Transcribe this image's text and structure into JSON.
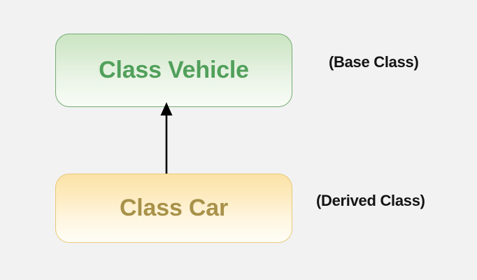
{
  "diagram": {
    "title": "Inheritance class diagram",
    "background_color": "#f2f2f2",
    "nodes": [
      {
        "id": "vehicle",
        "label": "Class Vehicle",
        "role_label": "(Base Class)",
        "text_color": "#51a05b",
        "border_color": "#74ac74",
        "fill_top": "#cbe5c3",
        "fill_bottom": "#f8fcf6"
      },
      {
        "id": "car",
        "label": "Class Car",
        "role_label": "(Derived Class)",
        "text_color": "#a8924a",
        "border_color": "#e8c97a",
        "fill_top": "#fbe3a8",
        "fill_bottom": "#fffdf7"
      }
    ],
    "edges": [
      {
        "id": "inheritance",
        "from": "car",
        "to": "vehicle",
        "direction": "up",
        "color": "#000000",
        "arrow_name": "inheritance-arrow"
      }
    ]
  }
}
